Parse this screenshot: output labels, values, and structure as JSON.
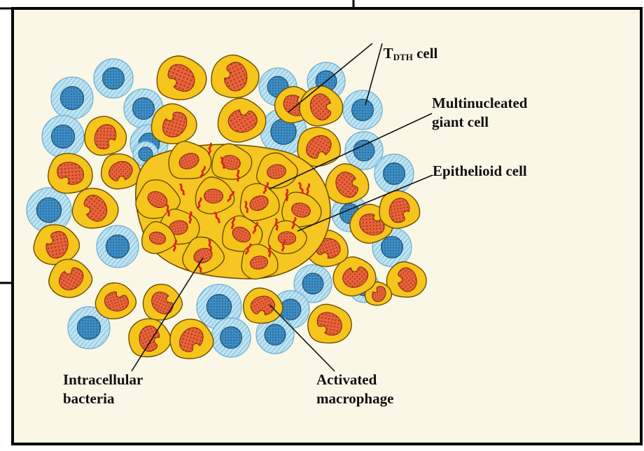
{
  "labels": {
    "tdth_prefix": "T",
    "tdth_sub": "DTH",
    "tdth_suffix": " cell",
    "giant_line1": "Multinucleated",
    "giant_line2": "giant cell",
    "epithelioid": "Epithelioid cell",
    "bacteria_line1": "Intracellular",
    "bacteria_line2": "bacteria",
    "macrophage_line1": "Activated",
    "macrophage_line2": "macrophage"
  },
  "colors": {
    "frame_border": "#000000",
    "page_background": "#fbf7e6",
    "macrophage_fill": "#f5c51c",
    "macrophage_edge": "#6b4e00",
    "nucleus_fill": "#e8633a",
    "lymphocyte_halo": "#a9d8ec",
    "lymphocyte_nucleus": "#3e8ec4",
    "bacteria": "#d8251d"
  }
}
